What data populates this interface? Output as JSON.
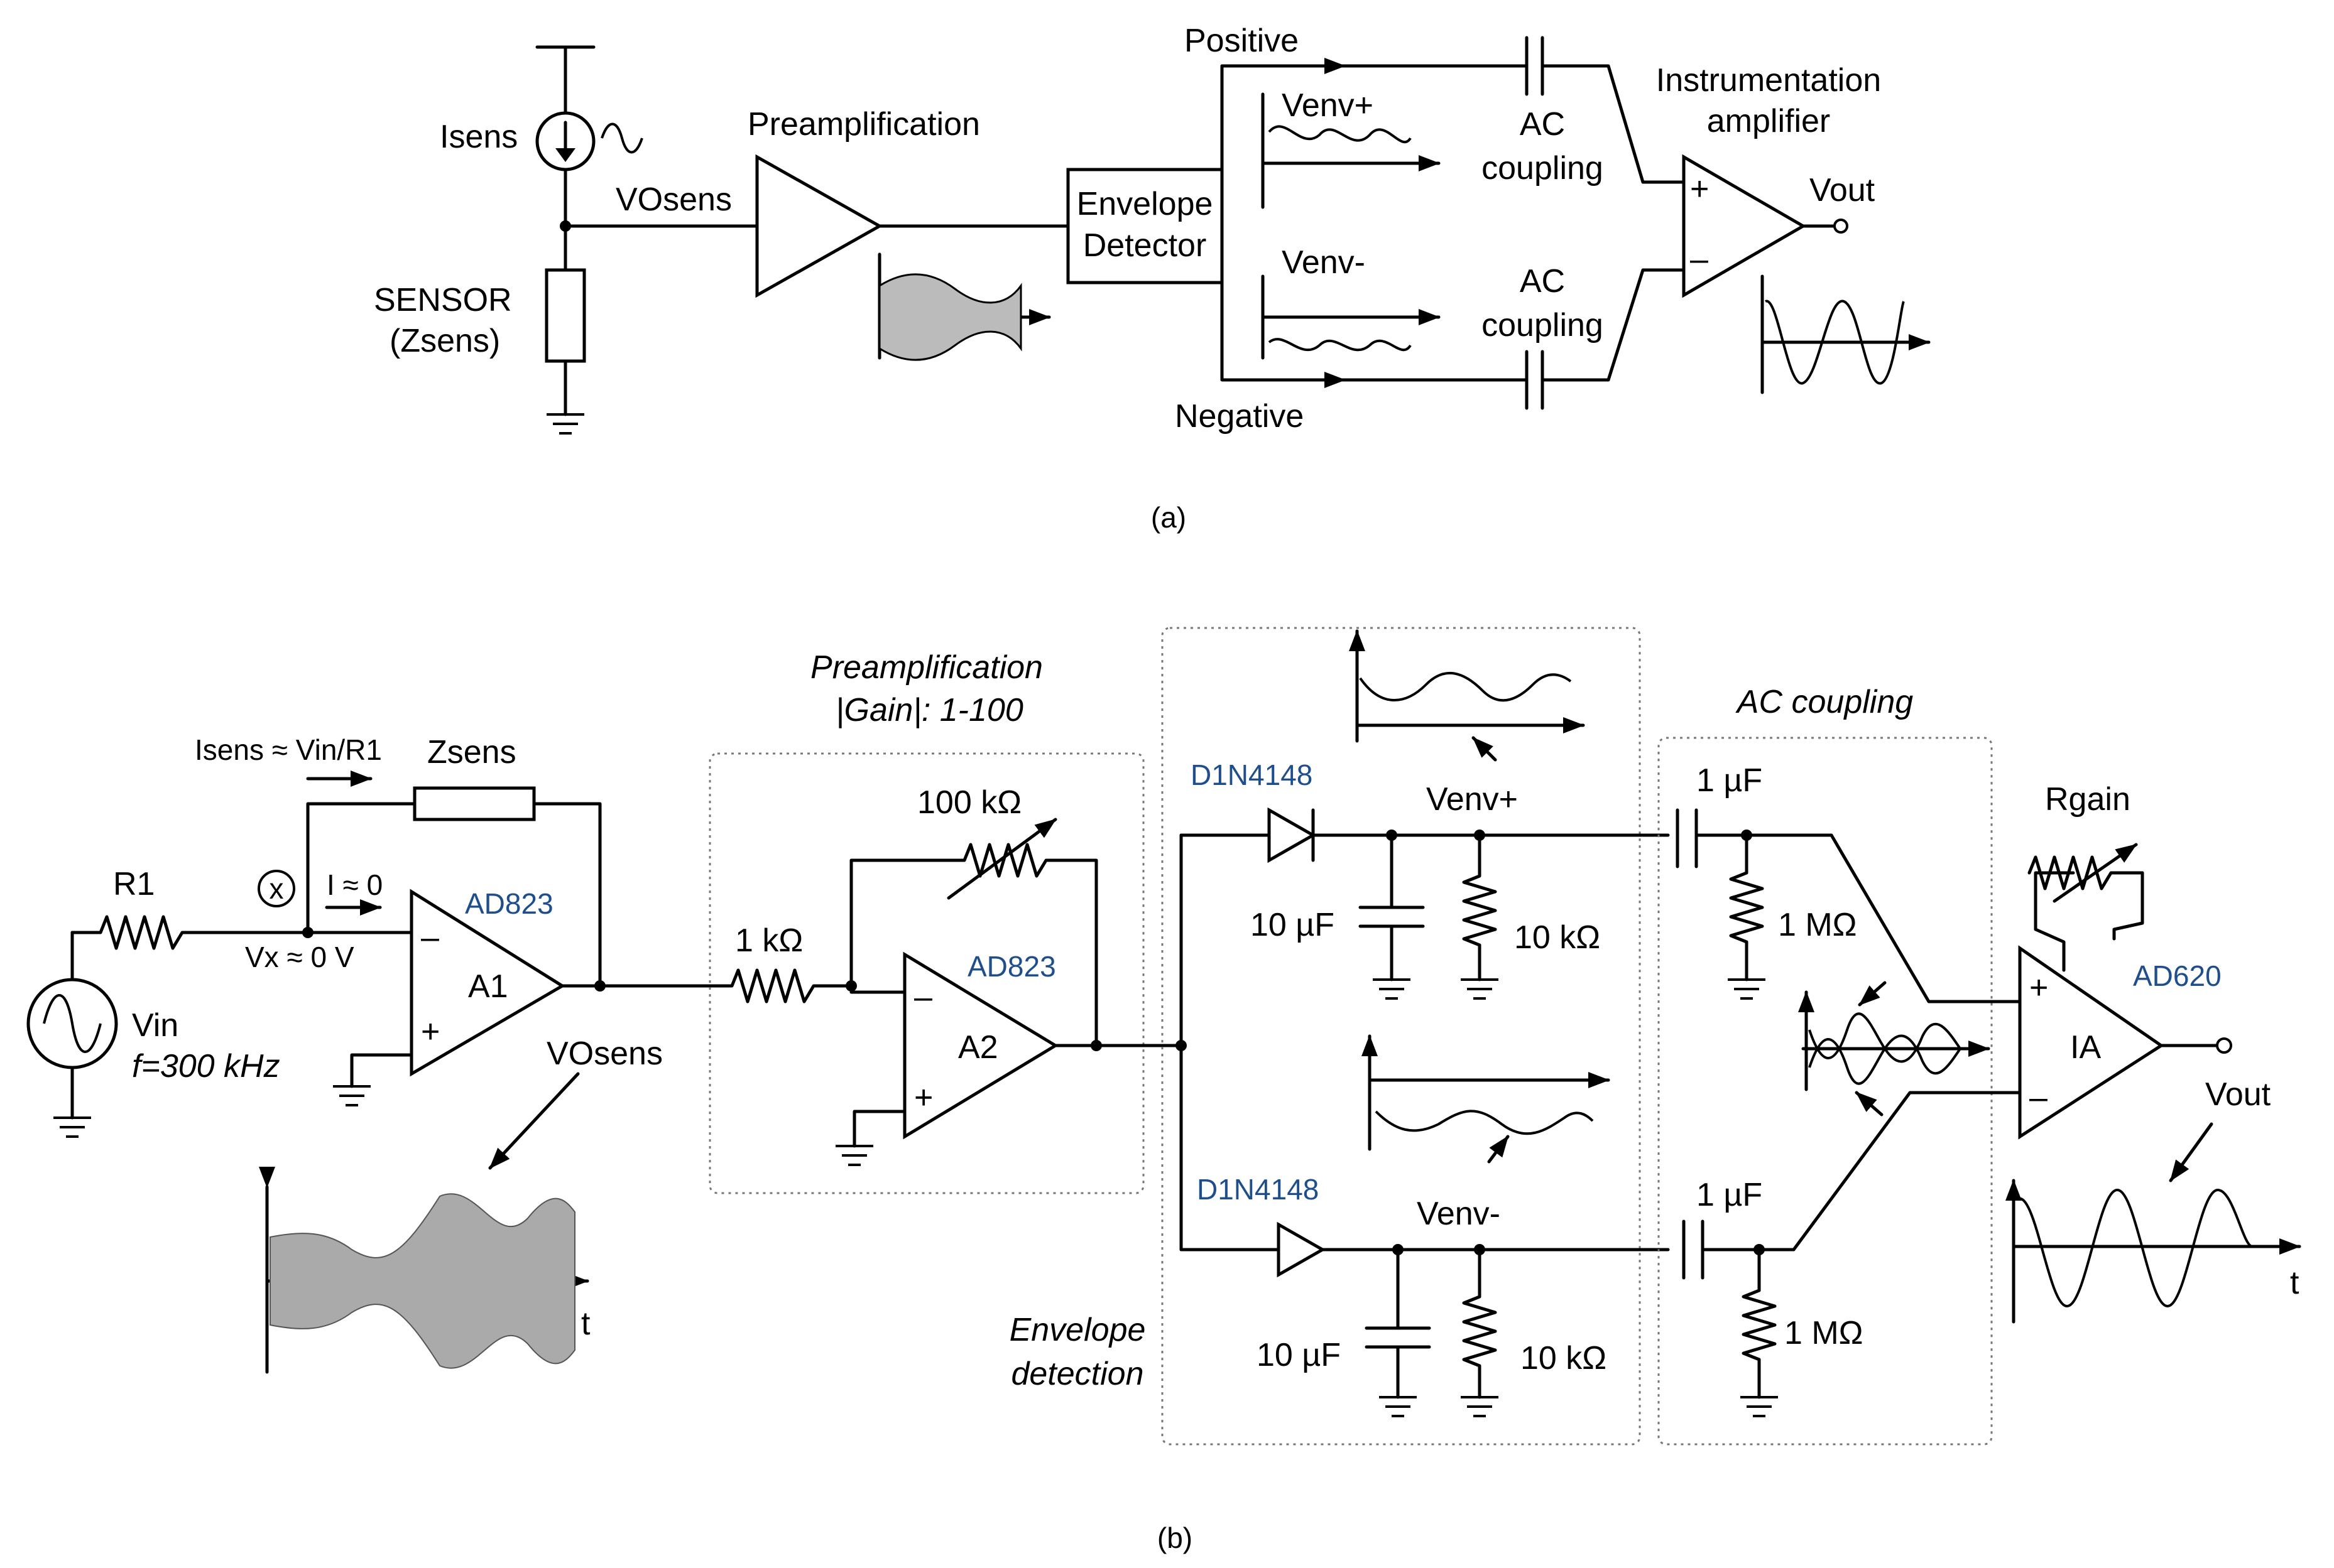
{
  "a": {
    "isens": "Isens",
    "vosens": "VOsens",
    "sensor_line1": "SENSOR",
    "sensor_line2": "(Zsens)",
    "preamp": "Preamplification",
    "env_line1": "Envelope",
    "env_line2": "Detector",
    "positive": "Positive",
    "negative": "Negative",
    "venv_plus": "Venv+",
    "venv_minus": "Venv-",
    "ac1": "AC",
    "ac2": "coupling",
    "ia1": "Instrumentation",
    "ia2": "amplifier",
    "plus": "+",
    "minus": "–",
    "vout": "Vout",
    "caption": "(a)"
  },
  "b": {
    "isens_eq": "Isens ≈ Vin/R1",
    "zsens": "Zsens",
    "r1": "R1",
    "x_mark": "x",
    "i0": "I ≈ 0",
    "vx": "Vx ≈ 0 V",
    "ad823_a": "AD823",
    "a1": "A1",
    "vin": "Vin",
    "freq": "f=300 kHz",
    "vosens": "VOsens",
    "t": "t",
    "preamp_title": "Preamplification",
    "gain_prefix": "|",
    "gain_word": "Gain",
    "gain_suffix": "|: 1-100",
    "r100k": "100 kΩ",
    "r1k": "1 kΩ",
    "ad823_b": "AD823",
    "a2": "A2",
    "d1": "D1N4148",
    "d2": "D1N4148",
    "venv_plus": "Venv+",
    "venv_minus": "Venv-",
    "c10u_1": "10 µF",
    "r10k_1": "10 kΩ",
    "c10u_2": "10 µF",
    "r10k_2": "10 kΩ",
    "env_det1": "Envelope",
    "env_det2": "detection",
    "ac_title": "AC coupling",
    "c1u_1": "1 µF",
    "r1m_1": "1 MΩ",
    "c1u_2": "1 µF",
    "r1m_2": "1 MΩ",
    "rgain": "Rgain",
    "ad620": "AD620",
    "ia": "IA",
    "vout": "Vout",
    "caption": "(b)"
  }
}
